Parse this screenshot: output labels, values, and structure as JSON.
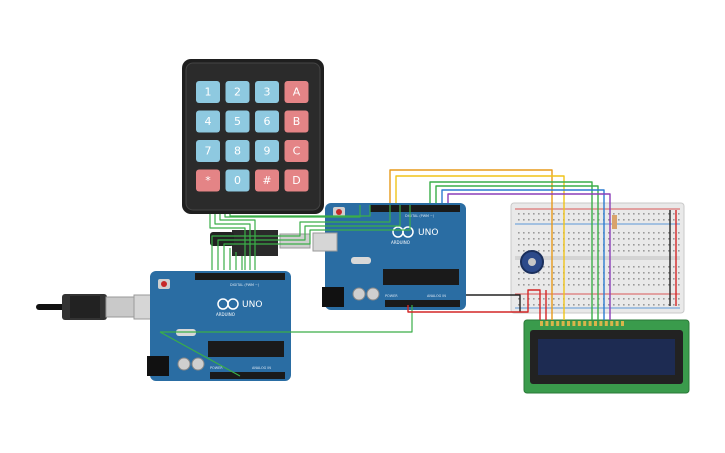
{
  "keypad": {
    "rows": [
      [
        "1",
        "2",
        "3",
        "A"
      ],
      [
        "4",
        "5",
        "6",
        "B"
      ],
      [
        "7",
        "8",
        "9",
        "C"
      ],
      [
        "*",
        "0",
        "#",
        "D"
      ]
    ],
    "digit_color": "#8ec9e0",
    "letter_color": "#e48486",
    "body_color": "#222222"
  },
  "boards": {
    "left": {
      "model": "UNO",
      "brand": "ARDUINO",
      "label_digital": "DIGITAL (PWM ~)",
      "label_power": "POWER",
      "label_analog": "ANALOG IN"
    },
    "right": {
      "model": "UNO",
      "brand": "ARDUINO",
      "label_digital": "DIGITAL (PWM ~)",
      "label_power": "POWER",
      "label_analog": "ANALOG IN"
    }
  },
  "colors": {
    "board": "#2a6da3",
    "board_dark": "#1f5a8c",
    "lcd_pcb": "#3a9b4c",
    "lcd_screen": "#1d2b52",
    "breadboard": "#e8e8e8",
    "wire_orange": "#e79a1b",
    "wire_yellow": "#f0c419",
    "wire_green": "#3aae48",
    "wire_blue": "#2b7bd1",
    "wire_purple": "#8b3fb8",
    "wire_red": "#d32626",
    "wire_black": "#222222"
  }
}
